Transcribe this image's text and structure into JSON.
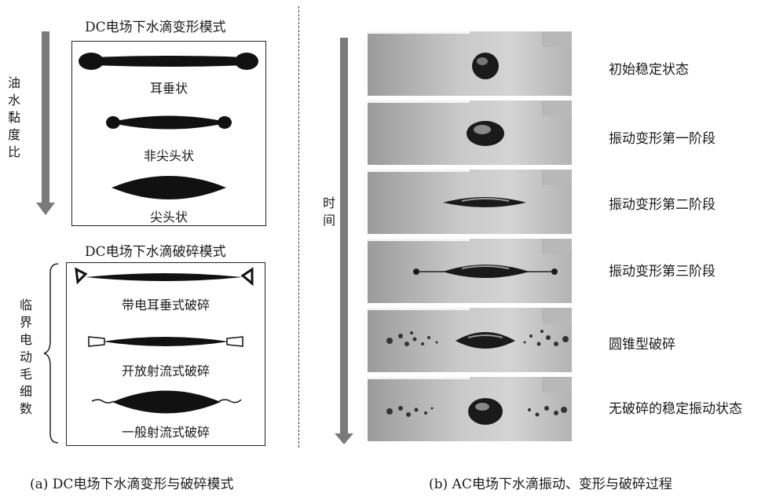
{
  "left": {
    "deform_title": "DC电场下水滴变形模式",
    "deform_axis_label": "油水黏度比",
    "deform_shapes": [
      "耳垂状",
      "非尖头状",
      "尖头状"
    ],
    "breakup_title": "DC电场下水滴破碎模式",
    "breakup_axis_label": "临界电动毛细数",
    "breakup_shapes": [
      "带电耳垂式破碎",
      "开放射流式破碎",
      "一般射流式破碎"
    ],
    "caption": "(a) DC电场下水滴变形与破碎模式"
  },
  "right": {
    "time_label": "时间",
    "stages": [
      "初始稳定状态",
      "振动变形第一阶段",
      "振动变形第二阶段",
      "振动变形第三阶段",
      "圆锥型破碎",
      "无破碎的稳定振动状态"
    ],
    "caption": "(b) AC电场下水滴振动、变形与破碎过程"
  },
  "colors": {
    "arrow": "#7a7a7a",
    "droplet": "#111111",
    "frame": "#c4c4c4"
  }
}
